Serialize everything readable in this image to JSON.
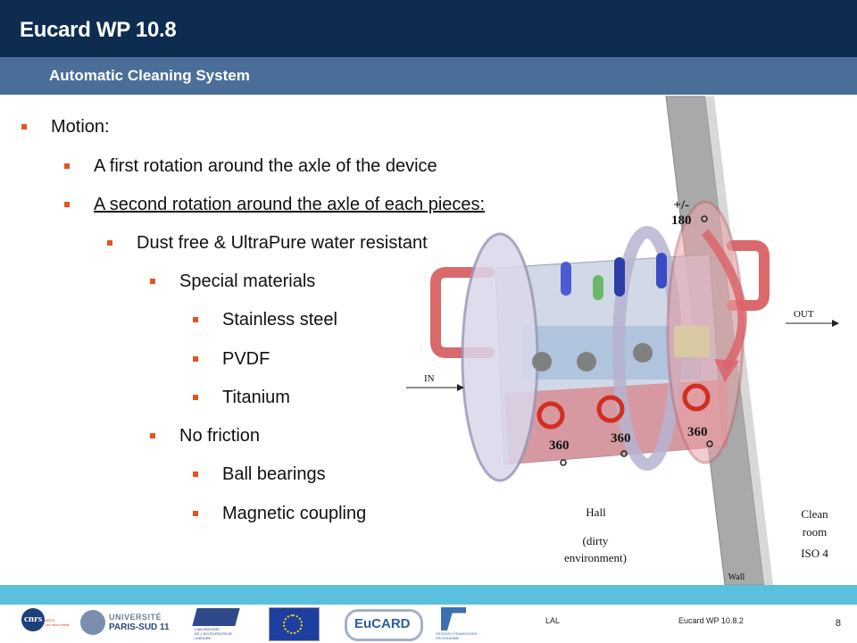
{
  "header": {
    "title": "Eucard WP 10.8",
    "subtitle": "Automatic Cleaning System"
  },
  "bullets": [
    {
      "text": "Motion:",
      "level": 0
    },
    {
      "text": "A first rotation around the axle of the device",
      "level": 1
    },
    {
      "text": "A second rotation around the axle of each pieces:",
      "level": 1,
      "underline": true
    },
    {
      "text": "Dust free & UltraPure water resistant",
      "level": 2
    },
    {
      "text": "Special materials",
      "level": 3
    },
    {
      "text": "Stainless steel",
      "level": 4
    },
    {
      "text": "PVDF",
      "level": 4
    },
    {
      "text": "Titanium",
      "level": 4
    },
    {
      "text": "No friction",
      "level": 3
    },
    {
      "text": "Ball bearings",
      "level": 4
    },
    {
      "text": "Magnetic coupling",
      "level": 4
    }
  ],
  "diagram": {
    "rotation_main": "+/-\n180",
    "rot1": "360",
    "rot2": "360",
    "rot3": "360",
    "in_label": "IN",
    "out_label": "OUT",
    "hall": "Hall",
    "hall_sub": "(dirty\nenvironment)",
    "clean": "Clean\nroom",
    "iso": "ISO 4",
    "wall": "Wall"
  },
  "footer": {
    "cnrs": "cnrs",
    "cnrs_small": "IN2P3\nLes deux infinis",
    "univ_top": "UNIVERSITÉ",
    "univ_bottom": "PARIS-SUD 11",
    "lal_small": "LABORATOIRE\nDE L'ACCÉLÉRATEUR\nLINÉAIRE",
    "eucard_logo": "EuCARD",
    "fp7_small": "SEVENTH FRAMEWORK\nPROGRAMME",
    "lab": "LAL",
    "doc": "Eucard WP 10.8.2",
    "page": "8"
  },
  "colors": {
    "title_bg": "#0e2c4f",
    "sub_bg": "#4b6e99",
    "bullet": "#e8531d",
    "band": "#5bc0de"
  }
}
